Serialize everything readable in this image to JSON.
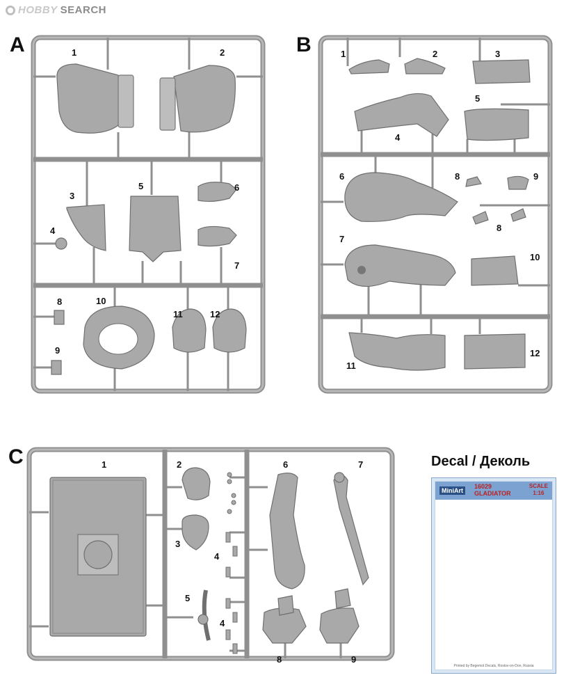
{
  "watermark": {
    "hobby": "HOBBY",
    "search": "SEARCH"
  },
  "sprue_a": {
    "label": "A",
    "parts": [
      "1",
      "2",
      "3",
      "4",
      "5",
      "6",
      "7",
      "8",
      "9",
      "10",
      "11",
      "12"
    ]
  },
  "sprue_b": {
    "label": "B",
    "parts": [
      "1",
      "2",
      "3",
      "4",
      "5",
      "6",
      "7",
      "8",
      "8",
      "9",
      "10",
      "11",
      "12"
    ]
  },
  "sprue_c": {
    "label": "C",
    "parts": [
      "1",
      "2",
      "3",
      "4",
      "4",
      "5",
      "6",
      "7",
      "8",
      "9"
    ]
  },
  "decal": {
    "title": "Decal / Деколь",
    "brand": "MiniArt",
    "code": "16029",
    "name": "GLADIATOR",
    "scale_label": "SCALE",
    "scale": "1:16",
    "footer": "Printed by Begemot Decals, Rostov-on-Don, Russia",
    "colors": {
      "border": "#7ba2d1",
      "oval": "#7ba7d9",
      "text": "#b22222"
    }
  }
}
